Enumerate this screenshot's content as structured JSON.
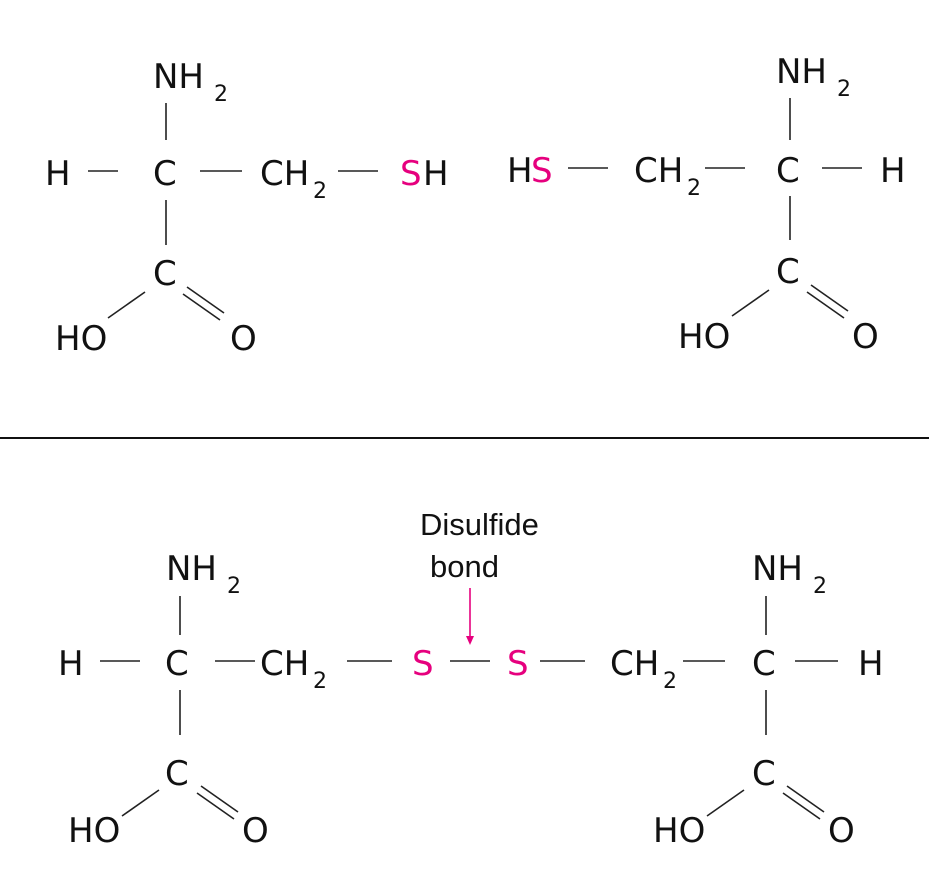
{
  "atoms": {
    "nh": "NH",
    "two": "2",
    "h": "H",
    "c": "C",
    "ch": "CH",
    "s": "S",
    "sh_h": "H",
    "ho": "HO",
    "o": "O"
  },
  "annotation": {
    "line1": "Disulfide",
    "line2": "bond"
  },
  "colors": {
    "sulfur": "#e6007e",
    "bond": "#222222",
    "text": "#111111"
  }
}
